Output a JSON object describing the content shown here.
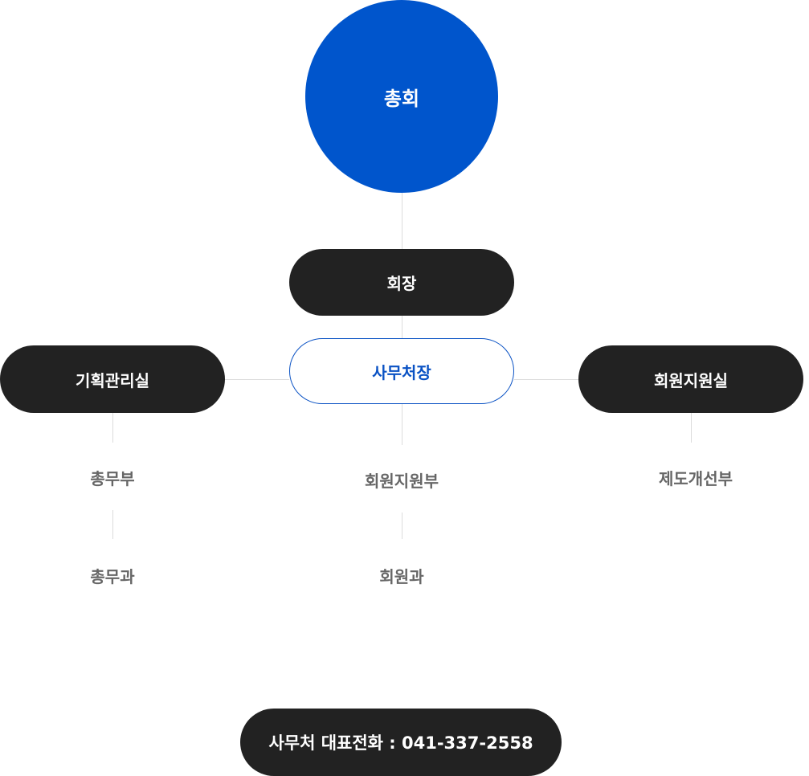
{
  "assembly": "총회",
  "chairman": "회장",
  "secretary_general": "사무처장",
  "divisions": [
    {
      "name": "기획관리실",
      "departments": [
        "총무부"
      ],
      "teams": [
        "총무과"
      ]
    },
    {
      "name": "회원지원부",
      "teams": [
        "회원과"
      ]
    },
    {
      "name": "회원지원실",
      "departments": [
        "제도개선부"
      ]
    }
  ],
  "footer": {
    "phone_text": "사무처 대표전화 : 041-337-2558"
  },
  "colors": {
    "primary": "#0055cc",
    "dark": "#222222",
    "muted_text": "#666666",
    "connector": "#dcdcdc"
  }
}
